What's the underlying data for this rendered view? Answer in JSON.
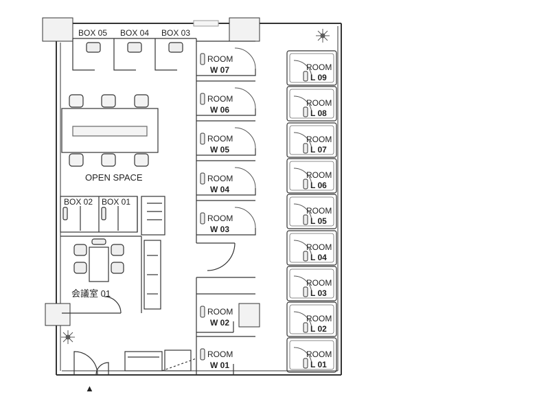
{
  "boxes_top": [
    "BOX 05",
    "BOX 04",
    "BOX 03"
  ],
  "boxes_mid": [
    "BOX 02",
    "BOX 01"
  ],
  "open_space": "OPEN SPACE",
  "meeting_room": "会議室 01",
  "rooms_w": [
    {
      "top": "ROOM",
      "bottom": "W 07"
    },
    {
      "top": "ROOM",
      "bottom": "W 06"
    },
    {
      "top": "ROOM",
      "bottom": "W 05"
    },
    {
      "top": "ROOM",
      "bottom": "W 04"
    },
    {
      "top": "ROOM",
      "bottom": "W 03"
    },
    {
      "top": "ROOM",
      "bottom": "W 02"
    },
    {
      "top": "ROOM",
      "bottom": "W 01"
    }
  ],
  "rooms_l": [
    {
      "top": "ROOM",
      "bottom": "L 09"
    },
    {
      "top": "ROOM",
      "bottom": "L 08"
    },
    {
      "top": "ROOM",
      "bottom": "L 07"
    },
    {
      "top": "ROOM",
      "bottom": "L 06"
    },
    {
      "top": "ROOM",
      "bottom": "L 05"
    },
    {
      "top": "ROOM",
      "bottom": "L 04"
    },
    {
      "top": "ROOM",
      "bottom": "L 03"
    },
    {
      "top": "ROOM",
      "bottom": "L 02"
    },
    {
      "top": "ROOM",
      "bottom": "L 01"
    }
  ],
  "entrance_marker": "▲",
  "plant_icon": "plant-icon",
  "colors": {
    "line": "#333333",
    "fill": "#eeeeee",
    "bg": "#ffffff"
  }
}
